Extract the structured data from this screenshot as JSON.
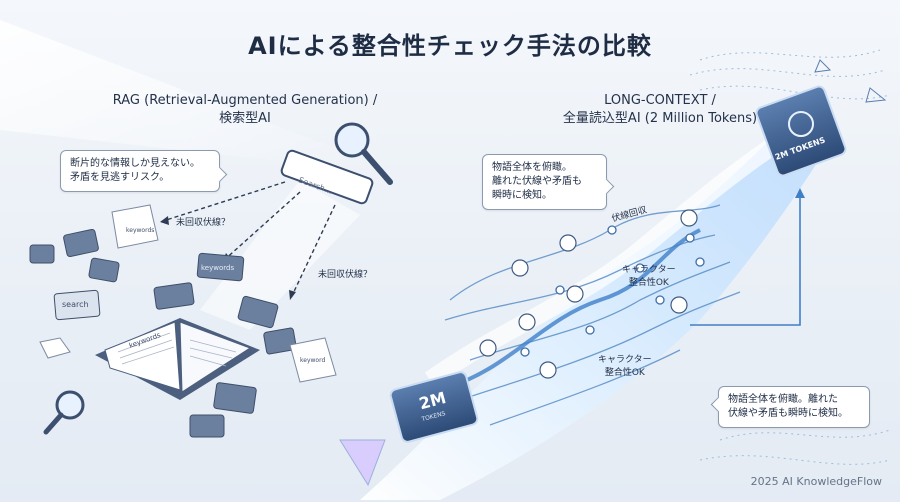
{
  "title": "AIによる整合性チェック手法の比較",
  "rag": {
    "title_line1": "RAG (Retrieval-Augmented Generation) /",
    "title_line2": "検索型AI",
    "callout_line1": "断片的な情報しか見えない。",
    "callout_line2": "矛盾を見逃すリスク。",
    "search_placeholder": "Search...",
    "arrow_label1": "未回収伏線？",
    "arrow_label2": "未回収伏線？",
    "word_keywords": "keywords",
    "word_search": "search",
    "word_keyword": "keyword"
  },
  "long_context": {
    "title_line1": "LONG-CONTEXT /",
    "title_line2": "全量読込型AI (2 Million Tokens)",
    "callout1_line1": "物語全体を俯瞰。",
    "callout1_line2": "離れた伏線や矛盾も",
    "callout1_line3": "瞬時に検知。",
    "callout2_line1": "物語全体を俯瞰。離れた",
    "callout2_line2": "伏線や矛盾も瞬時に検知。",
    "chip_top": "2M TOKENS",
    "chip_bottom_big": "2M",
    "chip_bottom_small": "TOKENS",
    "label_foreshadow": "伏線回収",
    "label_char1_line1": "キャラクター",
    "label_char1_line2": "整合性OK",
    "label_char2_line1": "キャラクター",
    "label_char2_line2": "整合性OK"
  },
  "footer": "2025 AI KnowledgeFlow",
  "colors": {
    "accent": "#3f7fc9",
    "chip": "#3a5a86",
    "beam": "#cfe8ff",
    "puzzle": "#6b7f9e"
  }
}
